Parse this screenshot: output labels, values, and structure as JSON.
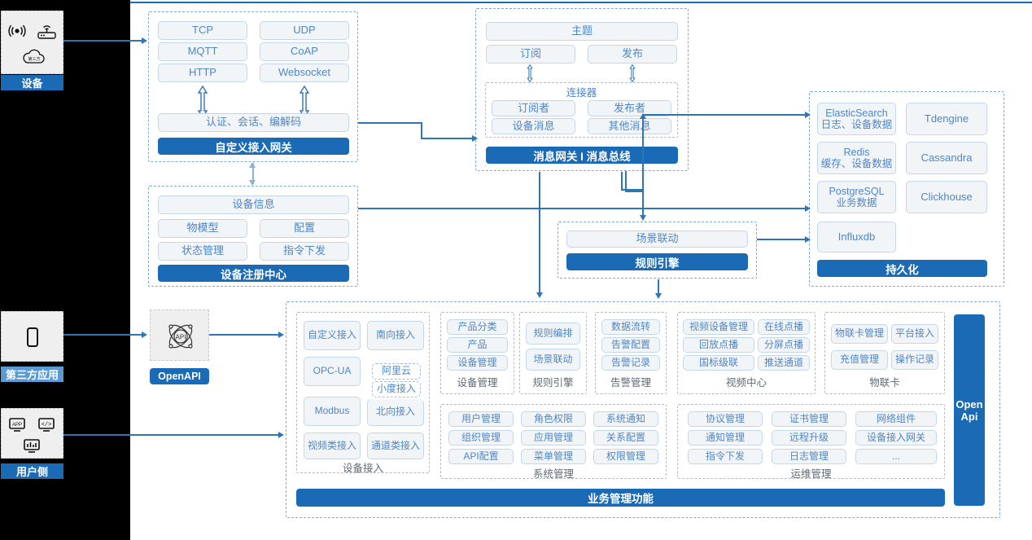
{
  "rail": {
    "items": [
      {
        "label": "设备",
        "icons": [
          "signal-icon",
          "router-icon",
          "cloud-icon"
        ],
        "style": "solid"
      },
      {
        "label": "第三方应用",
        "icons": [
          "mobile-phone-icon"
        ],
        "style": "light"
      },
      {
        "label": "用户侧",
        "icons": [
          "app-screen-icon",
          "code-screen-icon",
          "chart-screen-icon"
        ],
        "style": "solid"
      }
    ]
  },
  "gateway": {
    "protocols": [
      "TCP",
      "UDP",
      "MQTT",
      "CoAP",
      "HTTP",
      "Websocket"
    ],
    "middle": "认证、会话、编解码",
    "bar": "自定义接入网关"
  },
  "message": {
    "topic": "主题",
    "subscribe": "订阅",
    "publish": "发布",
    "connector_title": "连接器",
    "connector_items": [
      "订阅者",
      "发布者",
      "设备消息",
      "其他消息"
    ],
    "bar": "消息网关 I 消息总线"
  },
  "registry": {
    "info": "设备信息",
    "items": [
      "物模型",
      "配置",
      "状态管理",
      "指令下发"
    ],
    "bar": "设备注册中心"
  },
  "rules": {
    "scene": "场景联动",
    "bar": "规则引擎"
  },
  "persistence": {
    "items": [
      {
        "name": "ElasticSearch",
        "sub": "日志、设备数据"
      },
      {
        "name": "Tdengine",
        "sub": ""
      },
      {
        "name": "Redis",
        "sub": "缓存、设备数据"
      },
      {
        "name": "Cassandra",
        "sub": ""
      },
      {
        "name": "PostgreSQL",
        "sub": "业务数据"
      },
      {
        "name": "Clickhouse",
        "sub": ""
      },
      {
        "name": "Influxdb",
        "sub": ""
      }
    ],
    "bar": "持久化"
  },
  "openapi": {
    "icon": "api-atom-icon",
    "label": "OpenAPI",
    "side_label_line1": "Open",
    "side_label_line2": "Api"
  },
  "business": {
    "bar": "业务管理功能",
    "groups": [
      {
        "title": "设备接入",
        "items": [
          "自定义接入",
          "南向接入",
          "OPC-UA",
          "阿里云",
          "小度接入",
          "Modbus",
          "北向接入",
          "视频类接入",
          "通道类接入"
        ]
      },
      {
        "title": "设备管理",
        "items": [
          "产品分类",
          "产品",
          "设备管理"
        ]
      },
      {
        "title": "规则引擎",
        "items": [
          "规则编排",
          "场景联动"
        ]
      },
      {
        "title": "告警管理",
        "items": [
          "数据流转",
          "告警配置",
          "告警记录"
        ]
      },
      {
        "title": "视频中心",
        "items": [
          "视频设备管理",
          "在线点播",
          "回放点播",
          "分屏点播",
          "国标级联",
          "推送通道"
        ]
      },
      {
        "title": "物联卡",
        "items": [
          "物联卡管理",
          "平台接入",
          "充值管理",
          "操作记录"
        ]
      },
      {
        "title": "系统管理",
        "items": [
          "用户管理",
          "角色权限",
          "系统通知",
          "组织管理",
          "应用管理",
          "关系配置",
          "API配置",
          "菜单管理",
          "权限管理"
        ]
      },
      {
        "title": "运维管理",
        "items": [
          "协议管理",
          "证书管理",
          "网络组件",
          "通知管理",
          "远程升级",
          "设备接入网关",
          "指令下发",
          "日志管理",
          "..."
        ]
      }
    ]
  },
  "colors": {
    "primary": "#1a6ab5",
    "light_blue": "#5b9bd5",
    "pill_text": "#4f86c6",
    "arrow": "#2e75b6",
    "dash_border": "#7fa9d8"
  }
}
